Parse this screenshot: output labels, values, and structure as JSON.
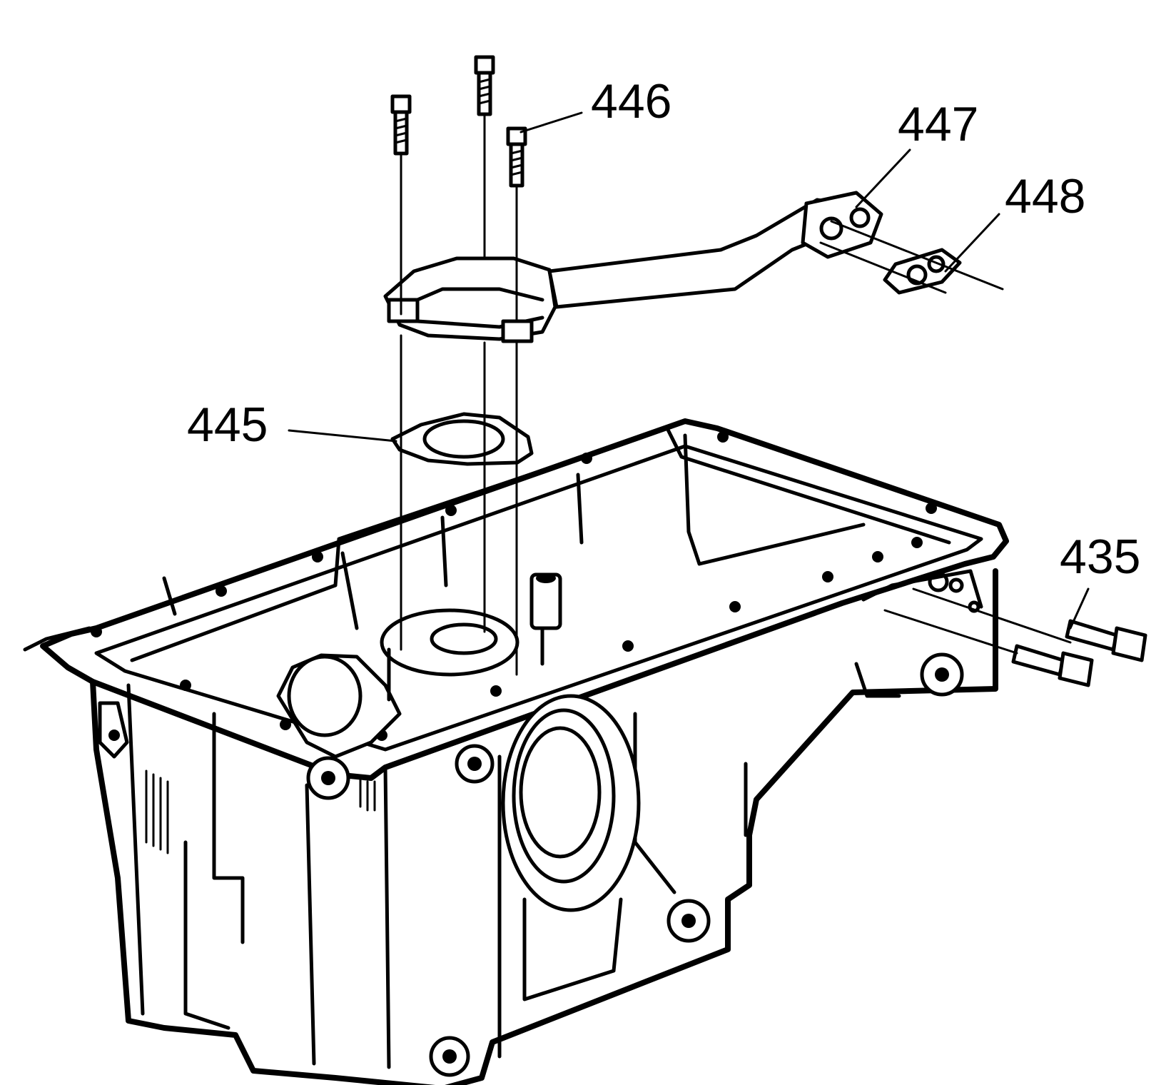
{
  "callouts": {
    "oil_pump_bolts": "446",
    "oil_pump_screen": "447",
    "oil_pump_screen_gasket": "448",
    "oil_pump_gasket": "445",
    "oil_pan_bolts": "435"
  }
}
